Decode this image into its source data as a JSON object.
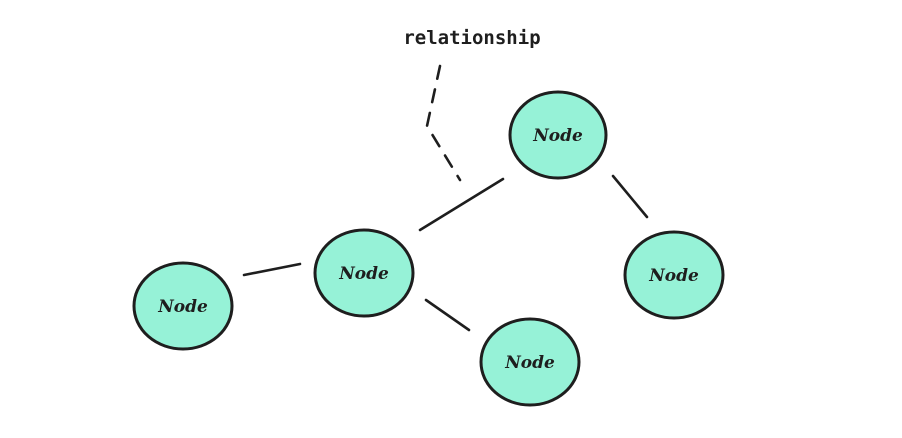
{
  "style": {
    "node_fill": "#96f2d7",
    "stroke": "#1e1e1e",
    "background": "#ffffff"
  },
  "annotation": {
    "label": "relationship"
  },
  "nodes": [
    {
      "label": "Node"
    },
    {
      "label": "Node"
    },
    {
      "label": "Node"
    },
    {
      "label": "Node"
    },
    {
      "label": "Node"
    }
  ]
}
